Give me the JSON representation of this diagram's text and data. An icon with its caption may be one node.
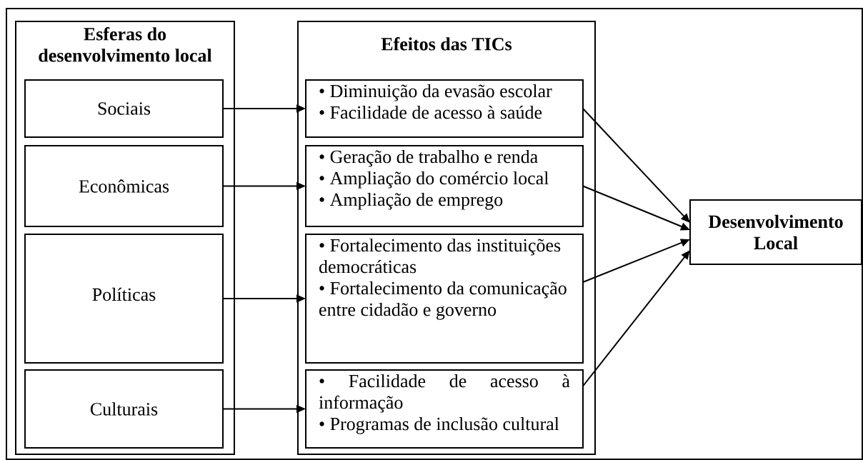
{
  "diagram": {
    "nodes": [
      {
        "text": [
          "Esferas do desenvolvimento local"
        ]
      },
      {
        "text": [
          "Sociais"
        ],
        "in": 0
      },
      {
        "text": [
          "Econômicas"
        ],
        "in": 0
      },
      {
        "text": [
          "Políticas"
        ],
        "in": 0
      },
      {
        "text": [
          "Culturais"
        ],
        "in": 0
      },
      {
        "text": [
          "Efeitos das TICs"
        ]
      },
      {
        "text": [
          "• Diminuição da evasão escolar",
          "• Facilidade de acesso à saúde"
        ],
        "in": 5
      },
      {
        "text": [
          "• Geração de trabalho e renda",
          "• Ampliação do comércio local",
          "• Ampliação de emprego"
        ],
        "in": 5
      },
      {
        "text": [
          "• Fortalecimento das instituições democráticas",
          "• Fortalecimento da comunicação entre cidadão e governo"
        ],
        "in": 5
      },
      {
        "text": [
          "• Facilidade de acesso à informação",
          "• Programas de inclusão cultural"
        ],
        "in": 5
      },
      {
        "text": [
          "Desenvolvimento Local"
        ]
      }
    ],
    "edges": [
      {
        "from": 1,
        "to": 6,
        "arrow": "to"
      },
      {
        "from": 2,
        "to": 7,
        "arrow": "to"
      },
      {
        "from": 3,
        "to": 8,
        "arrow": "to"
      },
      {
        "from": 4,
        "to": 9,
        "arrow": "to"
      },
      {
        "from": 6,
        "to": 10,
        "arrow": "to"
      },
      {
        "from": 7,
        "to": 10,
        "arrow": "to"
      },
      {
        "from": 8,
        "to": 10,
        "arrow": "to"
      },
      {
        "from": 9,
        "to": 10,
        "arrow": "to"
      }
    ]
  }
}
